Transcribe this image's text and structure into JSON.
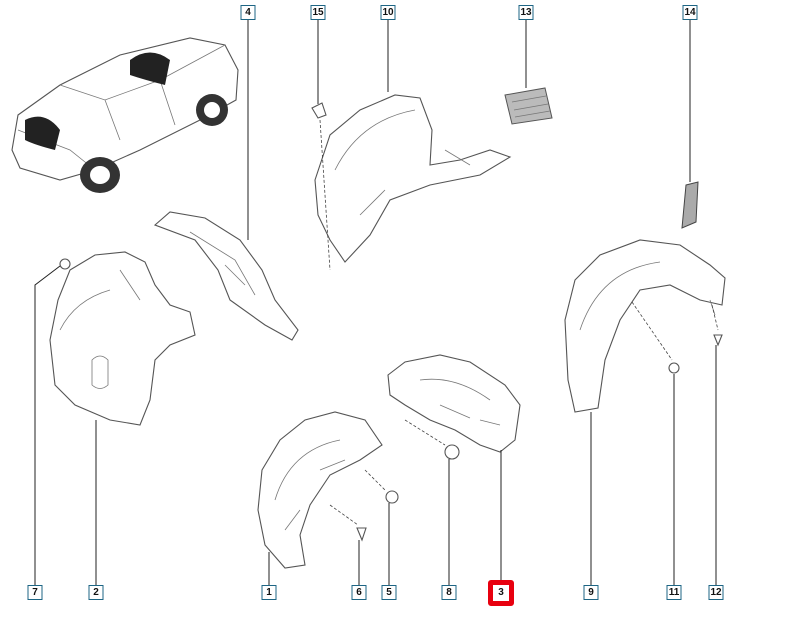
{
  "diagram": {
    "title_hidden": null,
    "highlight_color": "#e8000f",
    "label_border_color": "#1d6584",
    "top_labels": [
      {
        "ref": "4",
        "part": "front-mudguard-upper"
      },
      {
        "ref": "15",
        "part": "clip"
      },
      {
        "ref": "10",
        "part": "rear-wheel-arch-liner"
      },
      {
        "ref": "13",
        "part": "grille-insert"
      },
      {
        "ref": "14",
        "part": "clip-plate"
      }
    ],
    "bottom_labels": [
      {
        "ref": "7",
        "part": "screw"
      },
      {
        "ref": "2",
        "part": "front-wheel-arch-liner-left"
      },
      {
        "ref": "1",
        "part": "front-wheel-arch-liner-right"
      },
      {
        "ref": "6",
        "part": "screw"
      },
      {
        "ref": "5",
        "part": "clip"
      },
      {
        "ref": "8",
        "part": "clip"
      },
      {
        "ref": "3",
        "part": "front-mudguard-rear-section",
        "highlighted": true
      },
      {
        "ref": "9",
        "part": "rear-wheel-arch-liner-right"
      },
      {
        "ref": "11",
        "part": "nut"
      },
      {
        "ref": "12",
        "part": "screw"
      }
    ]
  }
}
